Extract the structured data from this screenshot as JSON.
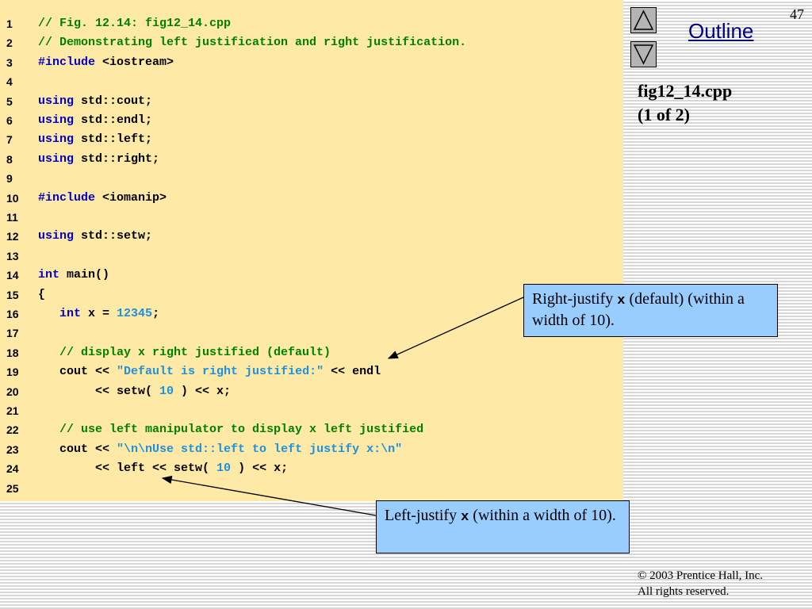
{
  "slide": {
    "page_number": "47"
  },
  "sidebar": {
    "outline_label": "Outline",
    "file_name": "fig12_14.cpp",
    "part": "(1 of 2)"
  },
  "code_lines": [
    {
      "n": "1",
      "tokens": [
        {
          "t": "// Fig. 12.14: fig12_14.cpp",
          "c": "comment"
        }
      ]
    },
    {
      "n": "2",
      "tokens": [
        {
          "t": "// Demonstrating left justification and right justification.",
          "c": "comment"
        }
      ]
    },
    {
      "n": "3",
      "tokens": [
        {
          "t": "#include",
          "c": "kw"
        },
        {
          "t": " <iostream>",
          "c": "plain"
        }
      ]
    },
    {
      "n": "4",
      "tokens": []
    },
    {
      "n": "5",
      "tokens": [
        {
          "t": "using",
          "c": "kw"
        },
        {
          "t": " std::cout;",
          "c": "plain"
        }
      ]
    },
    {
      "n": "6",
      "tokens": [
        {
          "t": "using",
          "c": "kw"
        },
        {
          "t": " std::endl;",
          "c": "plain"
        }
      ]
    },
    {
      "n": "7",
      "tokens": [
        {
          "t": "using",
          "c": "kw"
        },
        {
          "t": " std::left;",
          "c": "plain"
        }
      ]
    },
    {
      "n": "8",
      "tokens": [
        {
          "t": "using",
          "c": "kw"
        },
        {
          "t": " std::right;",
          "c": "plain"
        }
      ]
    },
    {
      "n": "9",
      "tokens": []
    },
    {
      "n": "10",
      "tokens": [
        {
          "t": "#include",
          "c": "kw"
        },
        {
          "t": " <iomanip>",
          "c": "plain"
        }
      ]
    },
    {
      "n": "11",
      "tokens": []
    },
    {
      "n": "12",
      "tokens": [
        {
          "t": "using",
          "c": "kw"
        },
        {
          "t": " std::setw;",
          "c": "plain"
        }
      ]
    },
    {
      "n": "13",
      "tokens": []
    },
    {
      "n": "14",
      "tokens": [
        {
          "t": "int",
          "c": "kw"
        },
        {
          "t": " main()",
          "c": "plain"
        }
      ]
    },
    {
      "n": "15",
      "tokens": [
        {
          "t": "{",
          "c": "plain"
        }
      ]
    },
    {
      "n": "16",
      "tokens": [
        {
          "t": "   ",
          "c": "plain"
        },
        {
          "t": "int",
          "c": "kw"
        },
        {
          "t": " x = ",
          "c": "plain"
        },
        {
          "t": "12345",
          "c": "num"
        },
        {
          "t": ";",
          "c": "plain"
        }
      ]
    },
    {
      "n": "17",
      "tokens": []
    },
    {
      "n": "18",
      "tokens": [
        {
          "t": "   // display x right justified (default)",
          "c": "comment"
        }
      ]
    },
    {
      "n": "19",
      "tokens": [
        {
          "t": "   cout << ",
          "c": "plain"
        },
        {
          "t": "\"Default is right justified:\"",
          "c": "str"
        },
        {
          "t": " << endl",
          "c": "plain"
        }
      ]
    },
    {
      "n": "20",
      "tokens": [
        {
          "t": "        << setw( ",
          "c": "plain"
        },
        {
          "t": "10",
          "c": "num"
        },
        {
          "t": " ) << x;",
          "c": "plain"
        }
      ]
    },
    {
      "n": "21",
      "tokens": []
    },
    {
      "n": "22",
      "tokens": [
        {
          "t": "   // use left manipulator to display x left justified",
          "c": "comment"
        }
      ]
    },
    {
      "n": "23",
      "tokens": [
        {
          "t": "   cout << ",
          "c": "plain"
        },
        {
          "t": "\"\\n\\nUse std::left to left justify x:\\n\"",
          "c": "str"
        }
      ]
    },
    {
      "n": "24",
      "tokens": [
        {
          "t": "        << left << setw( ",
          "c": "plain"
        },
        {
          "t": "10",
          "c": "num"
        },
        {
          "t": " ) << x;",
          "c": "plain"
        }
      ]
    },
    {
      "n": "25",
      "tokens": []
    }
  ],
  "callouts": {
    "right": {
      "prefix": "Right-justify ",
      "code": "x",
      "suffix": "  (default) (within a width of 10)."
    },
    "left": {
      "prefix": "Left-justify ",
      "code": "x",
      "suffix": "  (within a width of 10)."
    }
  },
  "copyright": {
    "symbol": "©",
    "line1": " 2003 Prentice Hall, Inc.",
    "line2": "All rights reserved."
  },
  "colors": {
    "code_background": "#fee9a6",
    "comment": "#008000",
    "keyword": "#0000cc",
    "string": "#1e90e0",
    "callout_background": "#99ccff",
    "outline_link": "#000080"
  },
  "icons": {
    "up": "triangle-up-icon",
    "down": "triangle-down-icon"
  }
}
